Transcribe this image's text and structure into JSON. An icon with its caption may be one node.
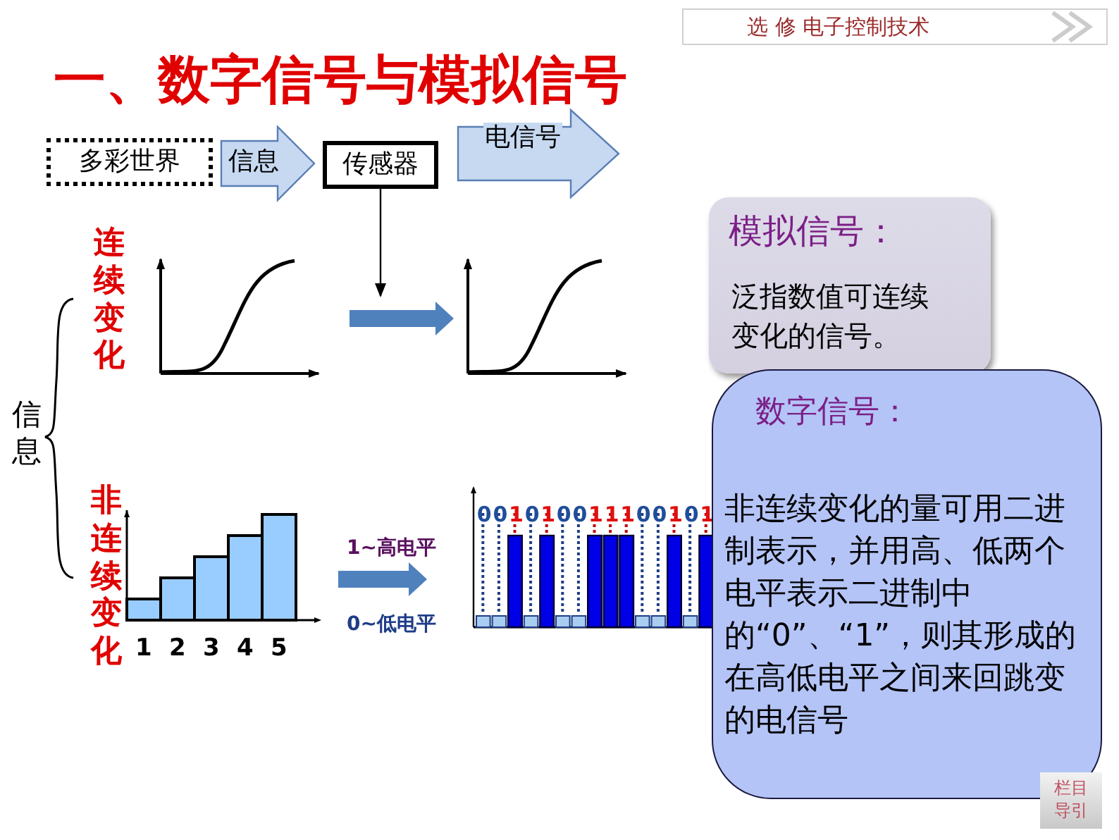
{
  "diagram": {
    "title": "一、数字信号与模拟信号",
    "nodes": [
      {
        "text": [
          "多彩世界"
        ]
      },
      {
        "text": [
          "传感器"
        ]
      },
      {
        "text": [],
        "shape": "picture"
      },
      {
        "text": [],
        "shape": "picture"
      },
      {
        "text": [],
        "shape": "picture",
        "beside": [
          "1",
          "2",
          "3",
          "4",
          "5"
        ]
      },
      {
        "text": [],
        "shape": "picture"
      },
      {
        "text": [
          "模拟信号：",
          "泛指数值可连续变化的信号。"
        ]
      },
      {
        "text": [
          "数字信号：",
          "非连续变化的量可用二进制表示，并用高、低两个电平表示二进制中的“0”、“1”，则其形成的在高低电平之间来回跳变的电信号"
        ]
      }
    ],
    "edges": [
      {
        "from": 0,
        "to": 1,
        "arrow": "to",
        "label": "信息",
        "style": "thick",
        "color": "#c6d9f1"
      },
      {
        "from": 1,
        "to": null,
        "arrow": "to",
        "label": "电信号",
        "style": "thick",
        "color": "#c6d9f1"
      },
      {
        "from": 1,
        "to": null,
        "arrow": "to",
        "color": "#000000"
      },
      {
        "from": 2,
        "to": 3,
        "arrow": "to",
        "style": "thick",
        "color": "#4f81bd"
      },
      {
        "from": 4,
        "to": 5,
        "arrow": "to",
        "style": "thick",
        "color": "#4f81bd"
      }
    ],
    "labels": [
      "选 修 电子控制技术",
      "连续变化",
      "信息",
      "非连续变化",
      "1~高电平",
      "0~低电平",
      "0",
      "0",
      "1",
      "0",
      "1",
      "0",
      "0",
      "1",
      "1",
      "1",
      "0",
      "0",
      "1",
      "0",
      "1",
      "栏目导引"
    ]
  }
}
